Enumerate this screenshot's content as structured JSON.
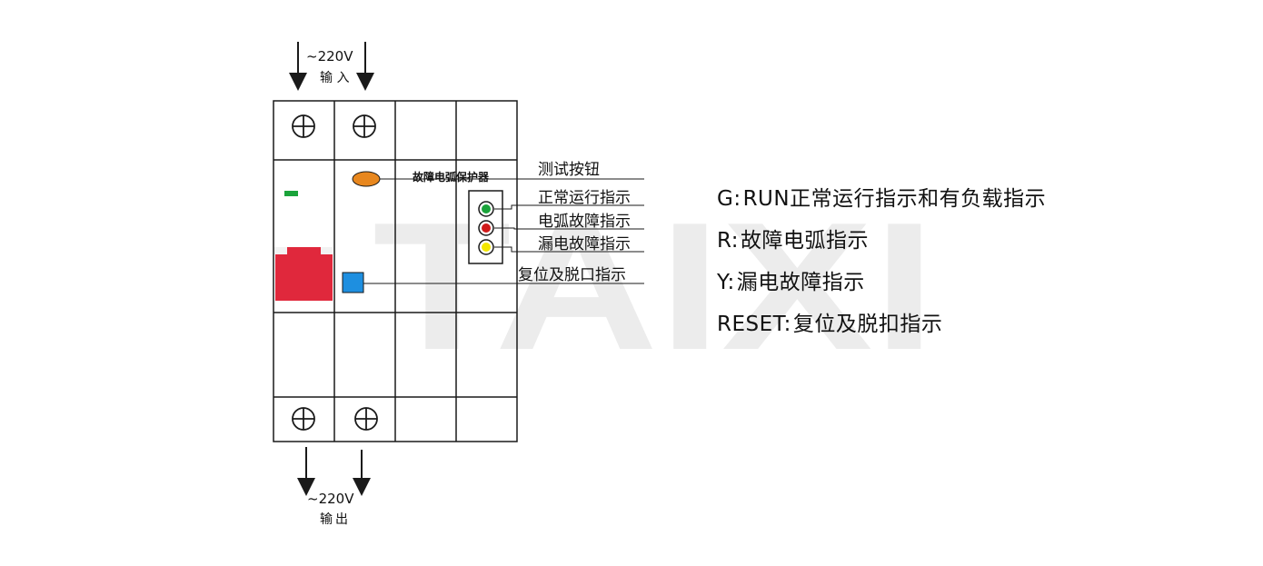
{
  "watermark": "TAIXI",
  "input": {
    "voltage": "~220V",
    "label": "输 入"
  },
  "output": {
    "voltage": "~220V",
    "label": "输出"
  },
  "device_title": "故障电弧保护器",
  "callouts": {
    "test_button": "测试按钮",
    "run_indicator": "正常运行指示",
    "arc_fault_indicator": "电弧故障指示",
    "leakage_indicator": "漏电故障指示",
    "reset_indicator": "复位及脱口指示"
  },
  "legend": [
    {
      "key": "G:",
      "text": "RUN正常运行指示和有负载指示"
    },
    {
      "key": "R:",
      "text": "故障电弧指示"
    },
    {
      "key": "Y:",
      "text": "漏电故障指示"
    },
    {
      "key": "RESET:",
      "text": "复位及脱扣指示"
    }
  ],
  "colors": {
    "line": "#1a1a1a",
    "green_led": "#1aa33a",
    "red_led": "#d01a1a",
    "yellow_led": "#f2e600",
    "test_button": "#e8871e",
    "reset_square": "#1e8fe0",
    "handle": "#e0283c",
    "small_green": "#1aa33a",
    "watermark": "#ececec"
  }
}
